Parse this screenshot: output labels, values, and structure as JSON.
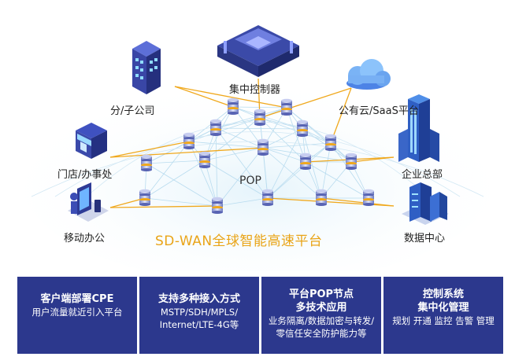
{
  "nodes": {
    "controller": "集中控制器",
    "branch": "分/子公司",
    "cloud": "公有云/SaaS平台",
    "store": "门店/办事处",
    "hq": "企业总部",
    "mobile": "移动办公",
    "datacenter": "数据中心"
  },
  "pop_label": "POP",
  "platform_title": "SD-WAN全球智能高速平台",
  "cards": [
    {
      "title": "客户端部署CPE",
      "lines": [
        "用户流量就近引入平台"
      ]
    },
    {
      "title": "支持多种接入方式",
      "lines": [
        "MSTP/SDH/MPLS/",
        "Internet/LTE-4G等"
      ]
    },
    {
      "title": "平台POP节点",
      "title2": "多技术应用",
      "lines": [
        "业务隔离/数据加密与转发/",
        "零信任安全防护能力等"
      ]
    },
    {
      "title": "控制系统",
      "title2": "集中化管理",
      "lines": [
        "规划 开通 监控 告警 管理"
      ]
    }
  ],
  "colors": {
    "accent": "#f0a81c",
    "card_bg": "#2c388d",
    "mesh": "#b9dcef"
  }
}
